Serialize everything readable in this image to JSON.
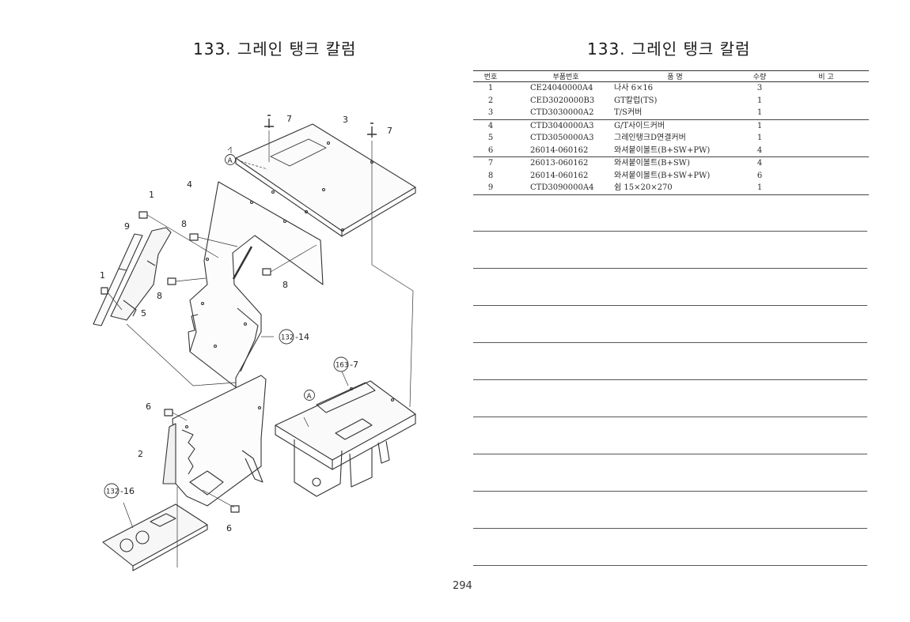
{
  "page": {
    "left_title": "133. 그레인 탱크 칼럼",
    "right_title": "133. 그레인 탱크 칼럼",
    "page_number": "294"
  },
  "diagram": {
    "labels": {
      "part_1a": "1",
      "part_1b": "1",
      "part_2": "2",
      "part_3": "3",
      "part_4": "4",
      "part_5": "5",
      "part_6a": "6",
      "part_6b": "6",
      "part_7a": "7",
      "part_7b": "7",
      "part_8a": "8",
      "part_8b": "8",
      "part_8c": "8",
      "part_9": "9",
      "ref_a1": "A",
      "ref_a2": "A",
      "ref_132_14_circle": "132",
      "ref_132_14_suffix": "-14",
      "ref_163_7_circle": "163",
      "ref_163_7_suffix": "-7",
      "ref_132_16_circle": "132",
      "ref_132_16_suffix": "-16"
    }
  },
  "table": {
    "headers": {
      "no": "번호",
      "part_no": "부품번호",
      "name": "품       명",
      "qty": "수량",
      "note": "비    고"
    },
    "rows": [
      {
        "no": "1",
        "part_no": "CE24040000A4",
        "name": "나사 6×16",
        "qty": "3"
      },
      {
        "no": "2",
        "part_no": "CED3020000B3",
        "name": "GT칼럽(TS)",
        "qty": "1"
      },
      {
        "no": "3",
        "part_no": "CTD3030000A2",
        "name": "T/S커버",
        "qty": "1"
      },
      {
        "no": "4",
        "part_no": "CTD3040000A3",
        "name": "G/T사이드커버",
        "qty": "1"
      },
      {
        "no": "5",
        "part_no": "CTD3050000A3",
        "name": "그레인탱크D연결커버",
        "qty": "1"
      },
      {
        "no": "6",
        "part_no": "26014-060162",
        "name": "와셔붙이볼트(B+SW+PW)",
        "qty": "4"
      },
      {
        "no": "7",
        "part_no": "26013-060162",
        "name": "와셔붙이볼트(B+SW)",
        "qty": "4"
      },
      {
        "no": "8",
        "part_no": "26014-060162",
        "name": "와셔붙이볼트(B+SW+PW)",
        "qty": "6"
      },
      {
        "no": "9",
        "part_no": "CTD3090000A4",
        "name": "쉼 15×20×270",
        "qty": "1"
      }
    ]
  }
}
